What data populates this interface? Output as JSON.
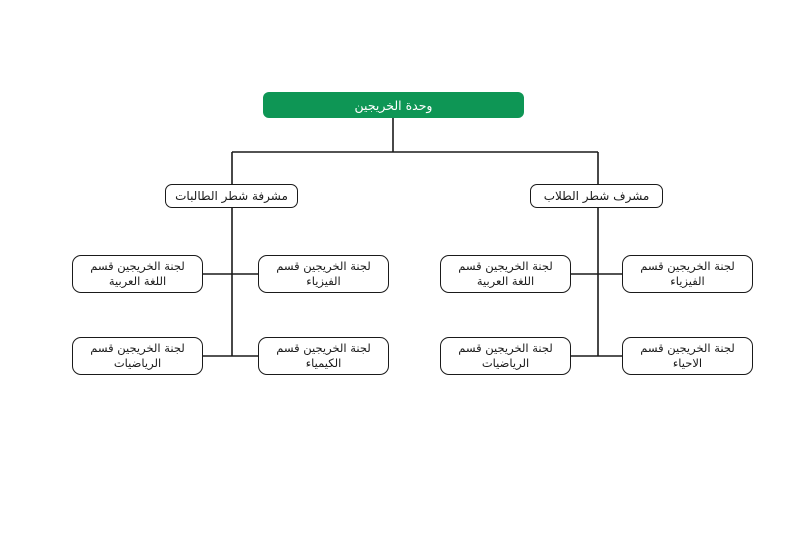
{
  "chart": {
    "type": "org-chart",
    "root": {
      "label": "وحدة الخريجين"
    },
    "branches": [
      {
        "supervisor": {
          "label": "مشرفة شطر الطالبات"
        },
        "committees": [
          {
            "line1": "لجنة الخريجين قسم",
            "line2": "اللغة العربية"
          },
          {
            "line1": "لجنة الخريجين قسم",
            "line2": "الفيزياء"
          },
          {
            "line1": "لجنة الخريجين قسم",
            "line2": "الرياضيات"
          },
          {
            "line1": "لجنة الخريجين قسم",
            "line2": "الكيمياء"
          }
        ]
      },
      {
        "supervisor": {
          "label": "مشرف شطر الطلاب"
        },
        "committees": [
          {
            "line1": "لجنة الخريجين  قسم",
            "line2": "اللغة العربية"
          },
          {
            "line1": "لجنة الخريجين  قسم",
            "line2": "الفيزياء"
          },
          {
            "line1": "لجنة الخريجين قسم",
            "line2": "الرياضيات"
          },
          {
            "line1": "لجنة الخريجين قسم",
            "line2": "الاحياء"
          }
        ]
      }
    ],
    "colors": {
      "root_bg": "#0E9655",
      "root_text": "#FFFFFF",
      "node_bg": "#FFFFFF",
      "node_border": "#1A1A1A",
      "connector": "#1A1A1A"
    }
  }
}
